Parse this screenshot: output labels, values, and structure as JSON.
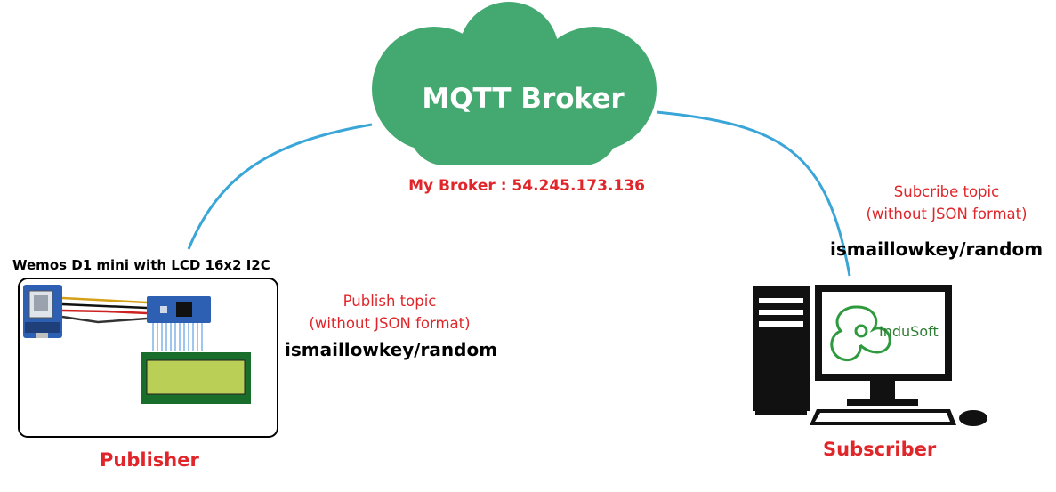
{
  "broker": {
    "label": "MQTT Broker",
    "address": "My Broker : 54.245.173.136"
  },
  "publisher": {
    "device_title": "Wemos D1 mini with LCD 16x2 I2C",
    "topic_label_line1": "Publish topic",
    "topic_label_line2": "(without JSON format)",
    "topic": "ismaillowkey/random",
    "role": "Publisher"
  },
  "subscriber": {
    "topic_label_line1": "Subcribe topic",
    "topic_label_line2": "(without JSON format)",
    "topic": "ismaillowkey/random",
    "role": "Subscriber",
    "screen_logo_text": "InduSoft"
  },
  "colors": {
    "cloud": "#44a971",
    "link": "#3aa6d8",
    "label_red": "#e0262a",
    "lcd_screen": "#b9cf55",
    "board_blue": "#2d5fb3",
    "logo_green": "#2e9a3e"
  },
  "icons": [
    "cloud-icon",
    "wemos-board-icon",
    "i2c-adapter-icon",
    "lcd-display-icon",
    "desktop-computer-icon",
    "indusoft-logo-icon"
  ]
}
